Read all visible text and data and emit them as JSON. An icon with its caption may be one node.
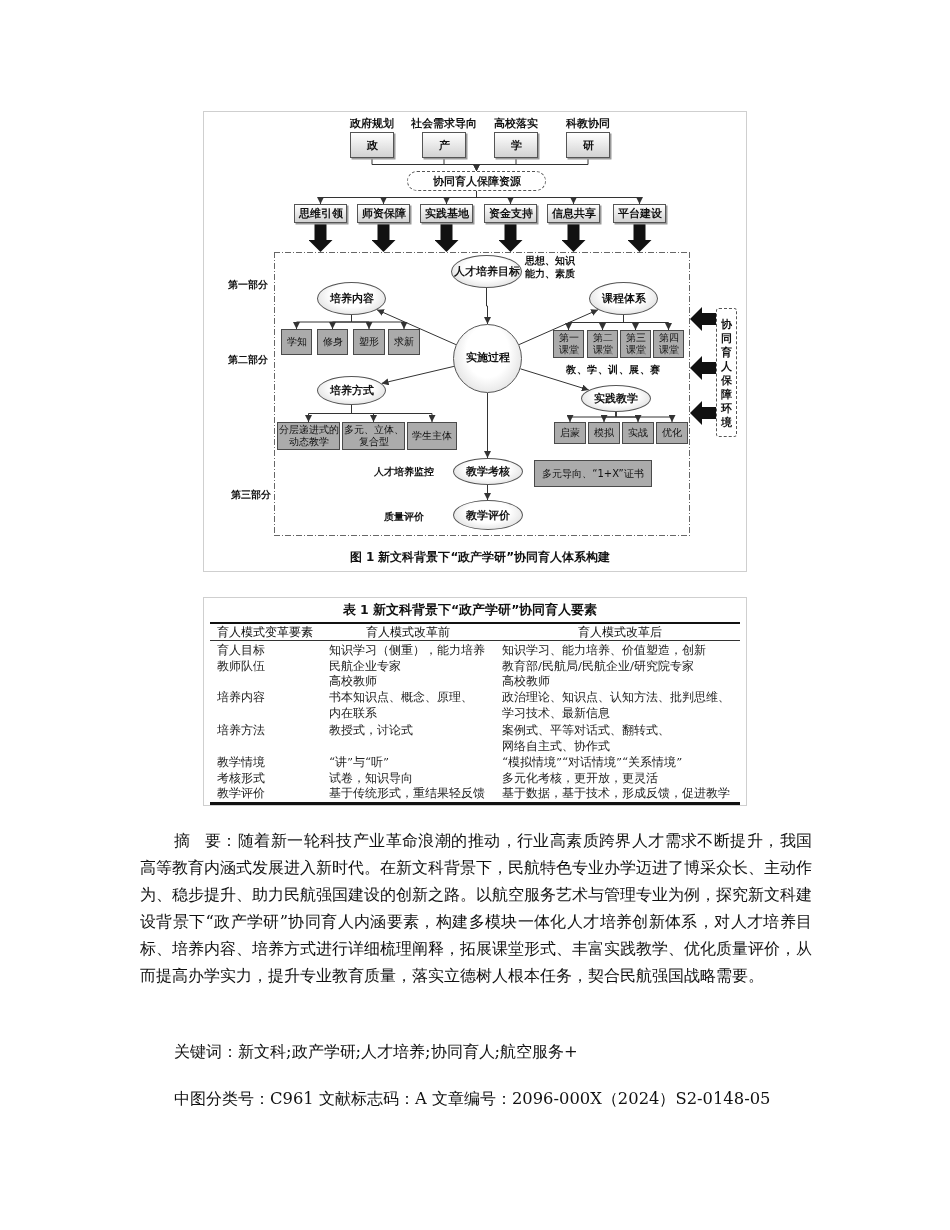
{
  "diagram": {
    "caption": "图 1 新文科背景下“政产学研”协同育人体系构建",
    "nodes": [
      {
        "text": [
          "政府规划",
          "政"
        ]
      },
      {
        "text": [
          "社会需求导向",
          "产"
        ]
      },
      {
        "text": [
          "高校落实",
          "学"
        ]
      },
      {
        "text": [
          "科教协同",
          "研"
        ]
      },
      {
        "text": [
          "协同育人保障资源"
        ]
      },
      {
        "text": [
          "思维引领"
        ]
      },
      {
        "text": [
          "师资保障"
        ]
      },
      {
        "text": [
          "实践基地"
        ]
      },
      {
        "text": [
          "资金支持"
        ]
      },
      {
        "text": [
          "信息共享"
        ]
      },
      {
        "text": [
          "平台建设"
        ]
      },
      {
        "text": [],
        "shape": "box"
      },
      {
        "text": [
          "人才培养目标"
        ],
        "beside": [
          "思想、知识能力、素质"
        ],
        "in": 11
      },
      {
        "text": [
          "实施过程"
        ],
        "in": 11
      },
      {
        "text": [
          "培养内容"
        ],
        "in": 11
      },
      {
        "text": [
          "学知"
        ],
        "in": 11
      },
      {
        "text": [
          "修身"
        ],
        "in": 11
      },
      {
        "text": [
          "塑形"
        ],
        "in": 11
      },
      {
        "text": [
          "求新"
        ],
        "in": 11
      },
      {
        "text": [
          "培养方式"
        ],
        "in": 11
      },
      {
        "text": [
          "分层递进式的动态教学"
        ],
        "in": 11
      },
      {
        "text": [
          "多元、立体、复合型"
        ],
        "in": 11
      },
      {
        "text": [
          "学生主体"
        ],
        "in": 11
      },
      {
        "text": [
          "课程体系"
        ],
        "in": 11
      },
      {
        "text": [
          "第一课堂"
        ],
        "in": 11
      },
      {
        "text": [
          "第二课堂"
        ],
        "in": 11
      },
      {
        "text": [
          "第三课堂"
        ],
        "in": 11
      },
      {
        "text": [
          "第四课堂"
        ],
        "in": 11
      },
      {
        "text": [
          "实践教学"
        ],
        "in": 11
      },
      {
        "text": [
          "启蒙"
        ],
        "in": 11
      },
      {
        "text": [
          "模拟"
        ],
        "in": 11
      },
      {
        "text": [
          "实战"
        ],
        "in": 11
      },
      {
        "text": [
          "优化"
        ],
        "in": 11
      },
      {
        "text": [
          "教学考核"
        ],
        "beside": [
          "人才培养监控"
        ],
        "in": 11
      },
      {
        "text": [
          "多元导向、“1+X”证书"
        ],
        "in": 11
      },
      {
        "text": [
          "教学评价"
        ],
        "beside": [
          "质量评价"
        ],
        "in": 11
      },
      {
        "text": [
          "协同育人保障环境"
        ]
      }
    ],
    "edges": [
      {
        "from": 0,
        "to": 4,
        "arrow": "to"
      },
      {
        "from": 1,
        "to": 4,
        "arrow": "to"
      },
      {
        "from": 2,
        "to": 4,
        "arrow": "to"
      },
      {
        "from": 3,
        "to": 4,
        "arrow": "to"
      },
      {
        "from": 4,
        "to": 5,
        "arrow": "to"
      },
      {
        "from": 4,
        "to": 6,
        "arrow": "to"
      },
      {
        "from": 4,
        "to": 7,
        "arrow": "to"
      },
      {
        "from": 4,
        "to": 8,
        "arrow": "to"
      },
      {
        "from": 4,
        "to": 9,
        "arrow": "to"
      },
      {
        "from": 4,
        "to": 10,
        "arrow": "to"
      },
      {
        "from": 5,
        "to": 11,
        "arrow": "to",
        "style": "thick"
      },
      {
        "from": 6,
        "to": 11,
        "arrow": "to",
        "style": "thick"
      },
      {
        "from": 7,
        "to": 11,
        "arrow": "to",
        "style": "thick"
      },
      {
        "from": 8,
        "to": 11,
        "arrow": "to",
        "style": "thick"
      },
      {
        "from": 9,
        "to": 11,
        "arrow": "to",
        "style": "thick"
      },
      {
        "from": 10,
        "to": 11,
        "arrow": "to",
        "style": "thick"
      },
      {
        "from": 12,
        "to": 13,
        "arrow": "to"
      },
      {
        "from": 13,
        "to": 14,
        "arrow": "to"
      },
      {
        "from": 14,
        "to": 15,
        "arrow": "to"
      },
      {
        "from": 14,
        "to": 16,
        "arrow": "to"
      },
      {
        "from": 14,
        "to": 17,
        "arrow": "to"
      },
      {
        "from": 14,
        "to": 18,
        "arrow": "to"
      },
      {
        "from": 13,
        "to": 19,
        "arrow": "to"
      },
      {
        "from": 19,
        "to": 20,
        "arrow": "to"
      },
      {
        "from": 19,
        "to": 21,
        "arrow": "to"
      },
      {
        "from": 19,
        "to": 22,
        "arrow": "to"
      },
      {
        "from": 13,
        "to": 23,
        "arrow": "to"
      },
      {
        "from": 23,
        "to": 24,
        "arrow": "to"
      },
      {
        "from": 23,
        "to": 25,
        "arrow": "to"
      },
      {
        "from": 23,
        "to": 26,
        "arrow": "to"
      },
      {
        "from": 23,
        "to": 27,
        "arrow": "to"
      },
      {
        "from": 13,
        "to": 28,
        "arrow": "to"
      },
      {
        "from": 28,
        "to": 29,
        "arrow": "to"
      },
      {
        "from": 28,
        "to": 30,
        "arrow": "to"
      },
      {
        "from": 28,
        "to": 31,
        "arrow": "to"
      },
      {
        "from": 28,
        "to": 32,
        "arrow": "to"
      },
      {
        "from": 13,
        "to": 33,
        "arrow": "to"
      },
      {
        "from": 33,
        "to": 35,
        "arrow": "to"
      },
      {
        "from": 36,
        "to": 11,
        "arrow": "to",
        "style": "thick"
      },
      {
        "from": 36,
        "to": 11,
        "arrow": "to",
        "style": "thick"
      },
      {
        "from": 36,
        "to": 11,
        "arrow": "to",
        "style": "thick"
      }
    ],
    "labels": [
      "第一部分",
      "第二部分",
      "教、学、训、展、赛",
      "第三部分",
      "表 1 新文科背景下“政产学研”协同育人要素",
      "育人模式变革要素",
      "育人模式改革前",
      "育人模式改革后",
      "育人目标",
      "知识学习（侧重），能力培养",
      "知识学习、能力培养、价值塑造，创新",
      "教师队伍",
      "民航企业专家",
      "教育部/民航局/民航企业/研究院专家",
      "高校教师",
      "高校教师",
      "培养内容",
      "书本知识点、概念、原理、内在联系",
      "政治理论、知识点、认知方法、批判思维、学习技术、最新信息",
      "培养方法",
      "教授式，讨论式",
      "案例式、平等对话式、翻转式、网络自主式、协作式",
      "教学情境",
      "“讲”与“听”",
      "“模拟情境”“对话情境”“关系情境”",
      "考核形式",
      "试卷，知识导向",
      "多元化考核，更开放，更灵活",
      "教学评价",
      "基于传统形式，重结果轻反馈",
      "基于数据，基于技术，形成反馈，促进教学",
      "摘 要：随着新一轮科技产业革命浪潮的推动，行业高素质跨界人才需求不断提升，我国高等教育内涵式发展进入新时代。在新文科背景下，民航特色专业办学迈进了博采众长、主动作为、稳步提升、助力民航强国建设的创新之路。以航空服务艺术与管理专业为例，探究新文科建设背景下“政产学研”协同育人内涵要素，构建多模块一体化人才培养创新体系，对人才培养目标、培养内容、培养方式进行详细梳理阐释，拓展课堂形式、丰富实践教学、优化质量评价，从而提高办学实力，提升专业教育质量，落实立德树人根本任务，契合民航强国战略需要。",
      "关键词：新文科;政产学研;人才培养;协同育人;航空服务+",
      "中图分类号：C961 文献标志码：A 文章编号：2096-000X（2024）S2-0148-05"
    ]
  }
}
